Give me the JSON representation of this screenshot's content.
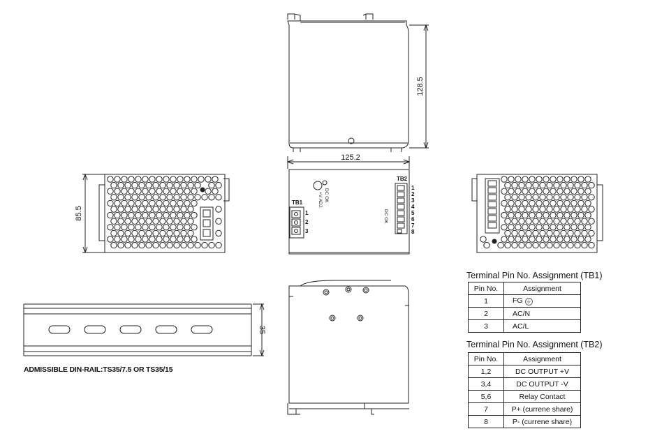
{
  "dimensions": {
    "height": "128.5",
    "width": "125.2",
    "depth": "85.5",
    "rail_height": "35"
  },
  "front_view": {
    "tb1_label": "TB1",
    "tb1_pins": [
      "1",
      "2",
      "3"
    ],
    "tb2_label": "TB2",
    "tb2_pins": [
      "1",
      "2",
      "3",
      "4",
      "5",
      "6",
      "7",
      "8"
    ],
    "led_label": "DC OK",
    "adj_label": "+V ADJ.",
    "relay_label": "DC OK"
  },
  "rail_note": "ADMISSIBLE DIN-RAIL:TS35/7.5 OR TS35/15",
  "tb1_table": {
    "title": "Terminal Pin No.  Assignment (TB1)",
    "headers": [
      "Pin No.",
      "Assignment"
    ],
    "rows": [
      [
        "1",
        "FG"
      ],
      [
        "2",
        "AC/N"
      ],
      [
        "3",
        "AC/L"
      ]
    ],
    "fg_icon": "ground-symbol"
  },
  "tb2_table": {
    "title": "Terminal Pin No.  Assignment (TB2)",
    "headers": [
      "Pin No.",
      "Assignment"
    ],
    "rows": [
      [
        "1,2",
        "DC OUTPUT +V"
      ],
      [
        "3,4",
        "DC OUTPUT -V"
      ],
      [
        "5,6",
        "Relay Contact"
      ],
      [
        "7",
        "P+ (currene share)"
      ],
      [
        "8",
        "P- (currene share)"
      ]
    ]
  }
}
